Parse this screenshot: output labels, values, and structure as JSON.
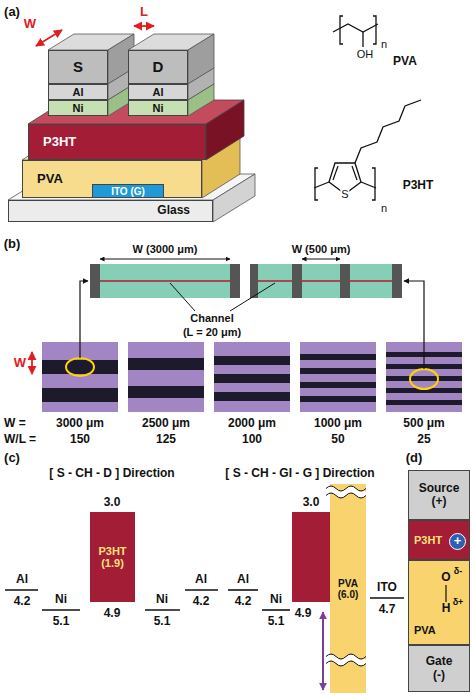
{
  "diagram": {
    "nodes": [
      {
        "text": [
          "S"
        ]
      },
      {
        "text": [
          "Al"
        ]
      },
      {
        "text": [
          "Ni"
        ]
      },
      {
        "text": [
          "D"
        ]
      },
      {
        "text": [
          "Al"
        ]
      },
      {
        "text": [
          "Ni"
        ]
      },
      {
        "text": [
          "P3HT"
        ]
      },
      {
        "text": [
          "PVA"
        ]
      },
      {
        "text": [
          "ITO (G)"
        ]
      },
      {
        "text": [
          "Glass"
        ]
      },
      {
        "text": [
          "P3HT",
          "(1.9)"
        ]
      },
      {
        "text": [
          "PVA",
          "(6.0)"
        ]
      },
      {
        "text": [
          "Source",
          "(+)"
        ]
      },
      {
        "text": [
          "P3HT"
        ]
      },
      {
        "text": [
          "+"
        ],
        "in": 13
      },
      {
        "text": [
          "PVA"
        ]
      },
      {
        "text": [
          "Gate",
          "(-)"
        ]
      }
    ],
    "labels": [
      "(a)",
      "W",
      "L",
      "PVA",
      "OH",
      "n",
      "P3HT",
      "S",
      "n",
      "(b)",
      "W (3000 μm)",
      "W (500 μm)",
      "Channel",
      "(L = 20 μm)",
      "W",
      "W =",
      "3000 μm",
      "2500 μm",
      "2000 μm",
      "1000 μm",
      "500 μm",
      "W/L =",
      "150",
      "125",
      "100",
      "50",
      "25",
      "(c)",
      "[ S - CH - D ] Direction",
      "[ S - CH - GI - G ] Direction",
      "Al",
      "4.2",
      "Ni",
      "5.1",
      "3.0",
      "4.9",
      "Ni",
      "5.1",
      "Al",
      "4.2",
      "Al",
      "4.2",
      "Ni",
      "5.1",
      "3.0",
      "4.9",
      "ITO",
      "4.7",
      "(d)",
      "O",
      "δ-",
      "H",
      "δ+"
    ]
  }
}
